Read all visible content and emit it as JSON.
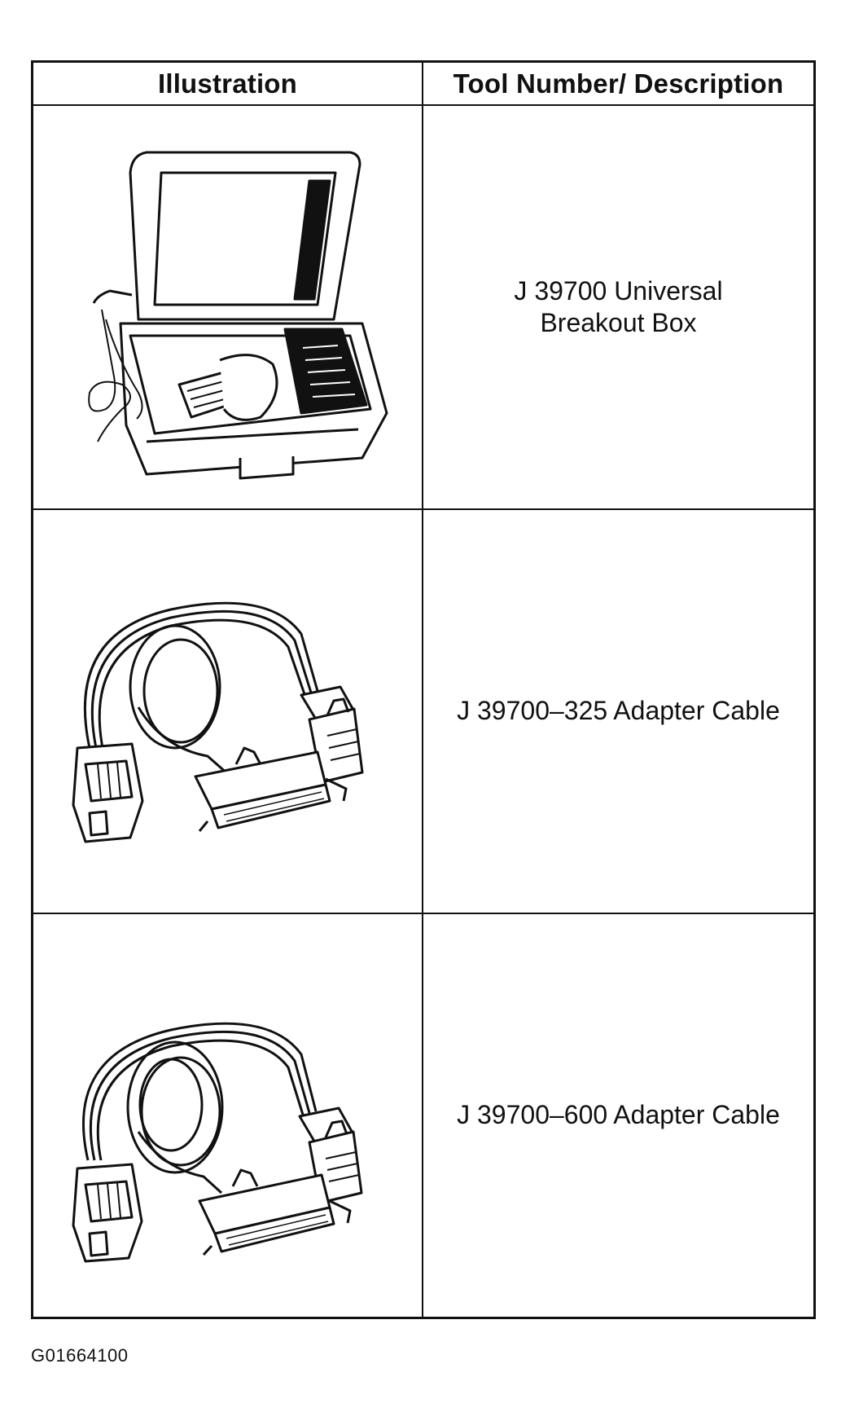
{
  "table": {
    "header": {
      "illustration": "Illustration",
      "tool": "Tool Number/ Description"
    },
    "rows": [
      {
        "illustration_icon": "breakout-box-case-icon",
        "description": "J 39700 Universal\nBreakout Box"
      },
      {
        "illustration_icon": "adapter-cable-icon",
        "description": "J 39700–325 Adapter Cable"
      },
      {
        "illustration_icon": "adapter-cable-icon",
        "description": "J 39700–600 Adapter Cable"
      }
    ]
  },
  "figure_id": "G01664100"
}
